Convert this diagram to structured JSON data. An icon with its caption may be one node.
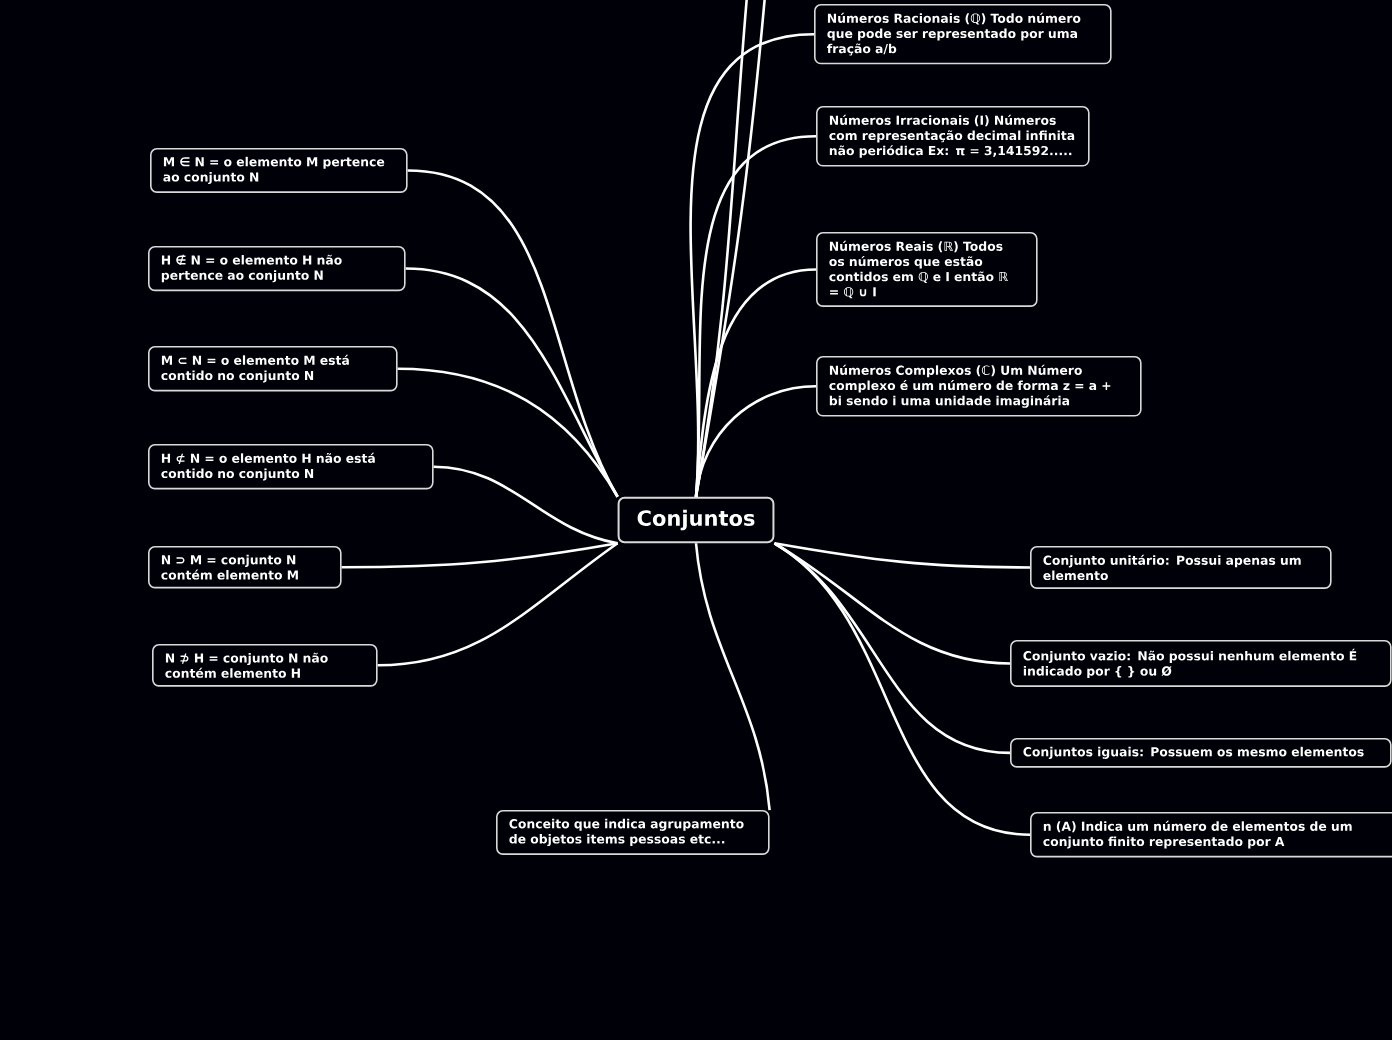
{
  "diagram": {
    "nodes": [
      {
        "text": [
          "Conjuntos"
        ]
      },
      {
        "text": [
          "Números Racionais (ℚ) Todo número que pode ser representado por uma fração a/b"
        ]
      },
      {
        "text": [
          "Números Irracionais (I) Números com representação decimal infinita não periódica Ex: π = 3,141592....."
        ]
      },
      {
        "text": [
          "Números Reais (ℝ) Todos os números que estão contidos em ℚ e I então ℝ = ℚ ∪ I"
        ]
      },
      {
        "text": [
          "Números Complexos (ℂ) Um Número complexo é um número de forma z = a + bi sendo i uma unidade imaginária"
        ]
      },
      {
        "text": [
          "Conjunto unitário: Possui apenas um elemento"
        ]
      },
      {
        "text": [
          "Conjunto vazio: Não possui nenhum elemento É indicado por { } ou Ø"
        ]
      },
      {
        "text": [
          "Conjuntos iguais: Possuem os mesmo elementos"
        ]
      },
      {
        "text": [
          "n (A) Indica um número de elementos de um conjunto finito representado por A"
        ]
      },
      {
        "text": [
          "M ∈ N = o elemento M pertence ao conjunto N"
        ]
      },
      {
        "text": [
          "H ∉ N = o elemento H não pertence ao conjunto N"
        ]
      },
      {
        "text": [
          "M ⊂ N = o elemento M está contido no conjunto N"
        ]
      },
      {
        "text": [
          "H ⊄ N = o elemento H não está contido no conjunto N"
        ]
      },
      {
        "text": [
          "N ⊃ M = conjunto N contém elemento M"
        ]
      },
      {
        "text": [
          "N ⊅ H = conjunto N não contém elemento H"
        ]
      },
      {
        "text": [
          "Conceito que indica agrupamento de objetos items pessoas etc..."
        ]
      }
    ],
    "edges": [
      {
        "from": 0,
        "to": null,
        "arrow": "none"
      },
      {
        "from": 0,
        "to": null,
        "arrow": "none"
      },
      {
        "from": 0,
        "to": 1,
        "arrow": "none"
      },
      {
        "from": 0,
        "to": 2,
        "arrow": "none"
      },
      {
        "from": 0,
        "to": 3,
        "arrow": "none"
      },
      {
        "from": 0,
        "to": 4,
        "arrow": "none"
      },
      {
        "from": 0,
        "to": 5,
        "arrow": "none"
      },
      {
        "from": 0,
        "to": 6,
        "arrow": "none"
      },
      {
        "from": 0,
        "to": 7,
        "arrow": "none"
      },
      {
        "from": 0,
        "to": 8,
        "arrow": "none"
      },
      {
        "from": 0,
        "to": 9,
        "arrow": "none"
      },
      {
        "from": 0,
        "to": 10,
        "arrow": "none"
      },
      {
        "from": 0,
        "to": 11,
        "arrow": "none"
      },
      {
        "from": 0,
        "to": 12,
        "arrow": "none"
      },
      {
        "from": 0,
        "to": 13,
        "arrow": "none"
      },
      {
        "from": 0,
        "to": 14,
        "arrow": "none"
      },
      {
        "from": 0,
        "to": 15,
        "arrow": "none"
      }
    ]
  }
}
